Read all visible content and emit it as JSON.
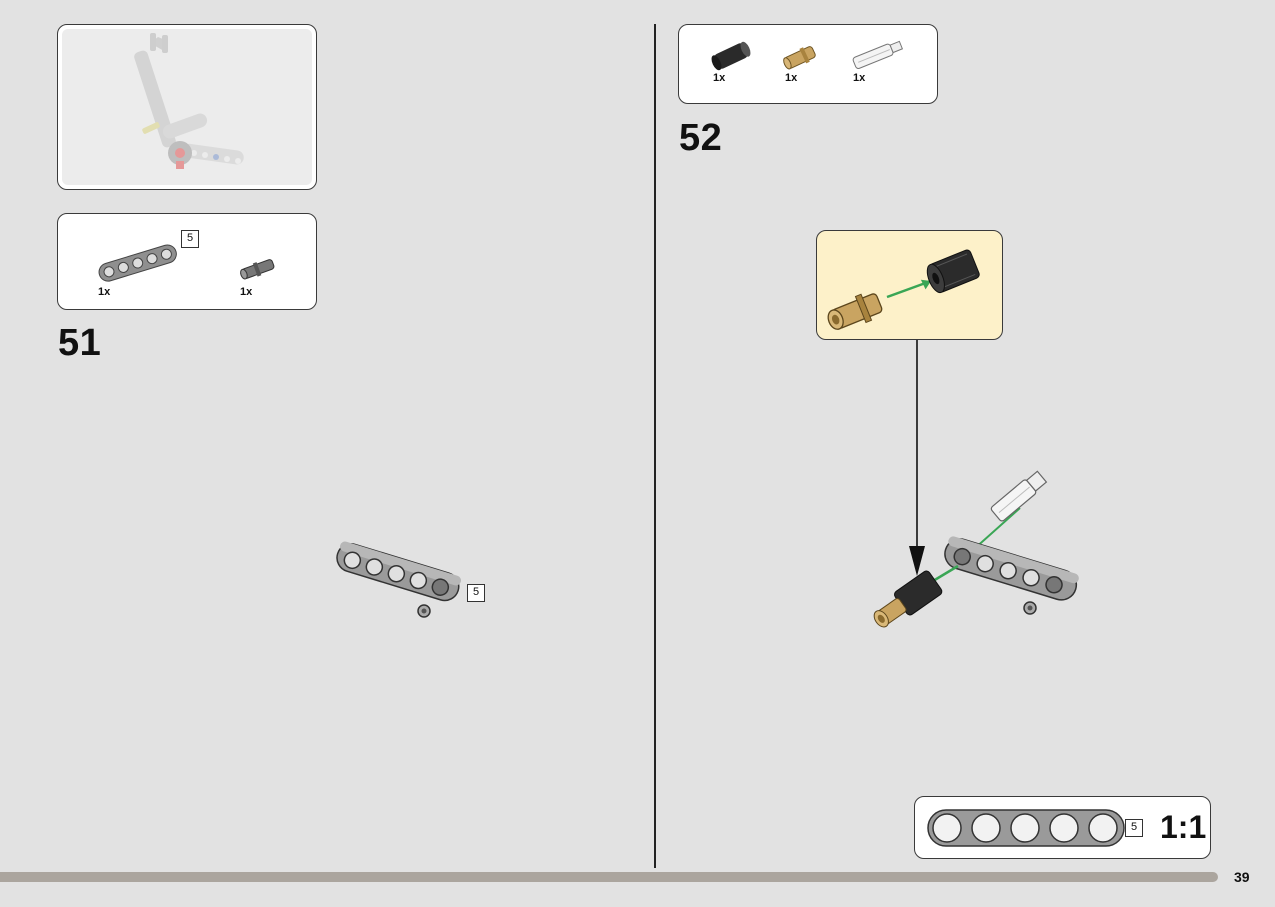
{
  "left_step": {
    "step_number": "51",
    "parts": [
      {
        "qty": "1x",
        "icon": "liftarm-5-icon",
        "badge": "5"
      },
      {
        "qty": "1x",
        "icon": "pin-icon"
      }
    ],
    "model_badge": "5"
  },
  "right_step": {
    "step_number": "52",
    "parts": [
      {
        "qty": "1x",
        "icon": "bush-black-icon"
      },
      {
        "qty": "1x",
        "icon": "pin-tan-icon"
      },
      {
        "qty": "1x",
        "icon": "axle-white-icon"
      }
    ]
  },
  "scale_guide": {
    "badge": "5",
    "ratio": "1:1"
  },
  "page_number": "39",
  "colors": {
    "background": "#e2e2e2",
    "callout_bg": "#fdf1c9",
    "green_arrow": "#3aa655",
    "liftarm_gray": "#9a9a9a",
    "tan_pin": "#c9a461",
    "bar": "#aba59e"
  }
}
